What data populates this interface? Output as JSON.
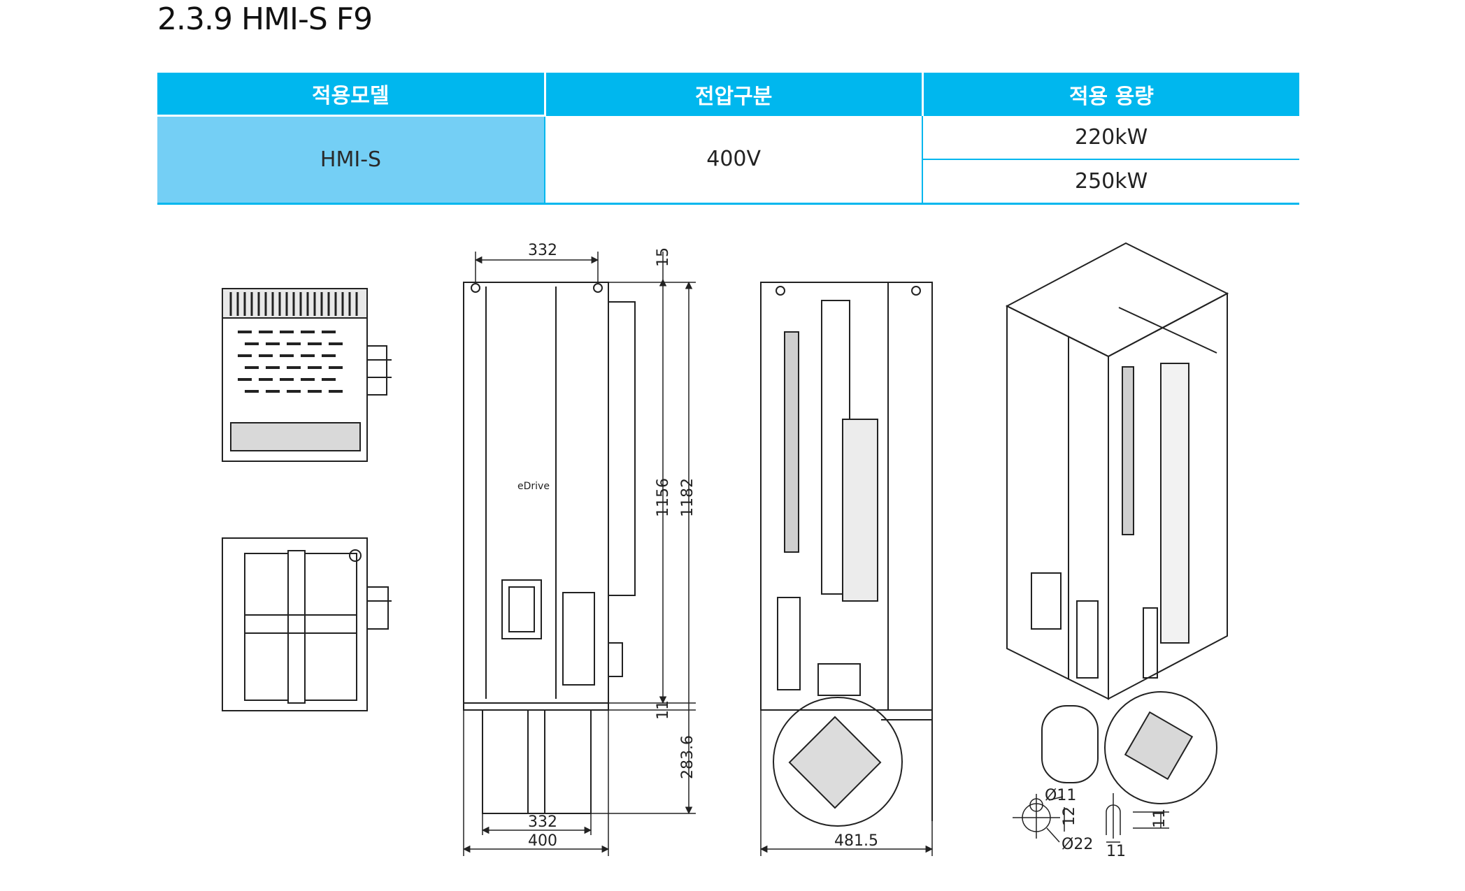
{
  "heading": {
    "title": "2.3.9 HMI-S F9"
  },
  "spec_table": {
    "header": {
      "model": "적용모델",
      "voltage": "전압구분",
      "capacity": "적용 용량"
    },
    "row": {
      "model": "HMI-S",
      "voltage": "400V",
      "capacity_1": "220kW",
      "capacity_2": "250kW"
    }
  },
  "colors": {
    "header_bg": "#00b7ee",
    "model_cell_bg": "#74cff5",
    "line": "#00b7ee"
  },
  "drawing": {
    "brand": "eDrive",
    "dims": {
      "top_width": "332",
      "top_offset": "15",
      "inner_height": "1156",
      "outer_height": "1182",
      "bottom_offset": "11",
      "fan_height": "283.6",
      "bottom_inner_width": "332",
      "bottom_outer_width": "400",
      "side_depth": "481.5",
      "hole_small": "Ø11",
      "hole_gap": "12",
      "hole_large": "Ø22",
      "slot_height": "11",
      "slot_width": "11"
    }
  }
}
